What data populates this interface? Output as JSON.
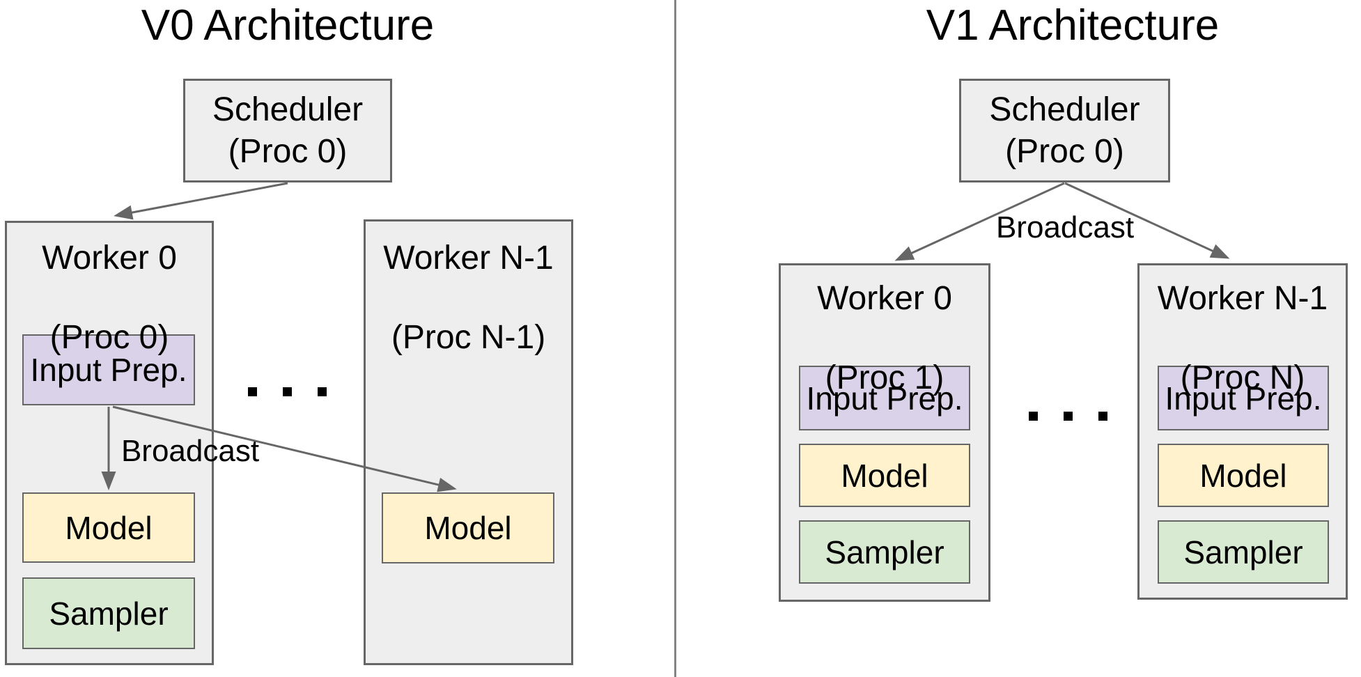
{
  "diagram": "vLLM V0 vs V1 multiprocess architecture comparison",
  "colors": {
    "container_fill": "#eeeeee",
    "container_border": "#666666",
    "input_prep_fill": "#d9d2e9",
    "model_fill": "#fff2cc",
    "sampler_fill": "#d9ead3",
    "arrow": "#666666",
    "divider": "#848484",
    "text": "#000000",
    "background": "#ffffff"
  },
  "left": {
    "title": "V0 Architecture",
    "scheduler": {
      "line1": "Scheduler",
      "line2": "(Proc 0)"
    },
    "broadcast_label": "Broadcast",
    "ellipsis": ". . .",
    "worker0": {
      "line1": "Worker 0",
      "line2": "(Proc 0)",
      "input_prep": "Input Prep.",
      "model": "Model",
      "sampler": "Sampler"
    },
    "workerN": {
      "line1": "Worker N-1",
      "line2": "(Proc N-1)",
      "model": "Model"
    }
  },
  "right": {
    "title": "V1 Architecture",
    "scheduler": {
      "line1": "Scheduler",
      "line2": "(Proc 0)"
    },
    "broadcast_label": "Broadcast",
    "ellipsis": ". . .",
    "worker0": {
      "line1": "Worker 0",
      "line2": "(Proc 1)",
      "input_prep": "Input Prep.",
      "model": "Model",
      "sampler": "Sampler"
    },
    "workerN": {
      "line1": "Worker N-1",
      "line2": "(Proc N)",
      "input_prep": "Input Prep.",
      "model": "Model",
      "sampler": "Sampler"
    }
  }
}
